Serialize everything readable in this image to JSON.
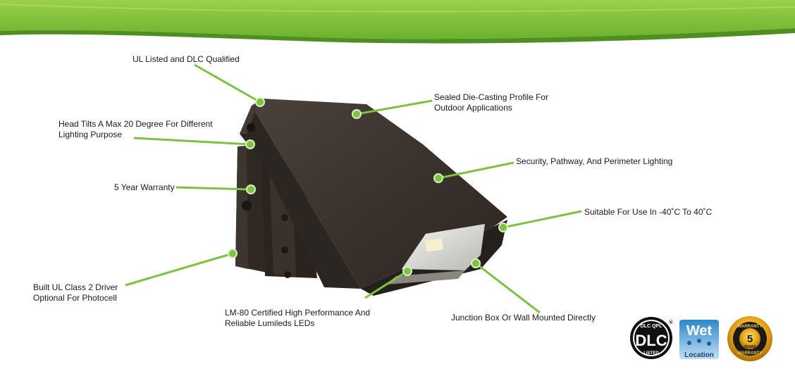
{
  "colors": {
    "banner_light": "#8cc63f",
    "banner_dark": "#5a9e2a",
    "callout": "#7dc242",
    "fixture": "#3a322d",
    "fixture_shade": "#2a2420",
    "text": "#1a1a1a",
    "gold": "#e0a818"
  },
  "callouts": [
    {
      "id": "ul-listed",
      "lines": [
        "UL Listed and DLC Qualified"
      ]
    },
    {
      "id": "sealed-die-casting",
      "lines": [
        "Sealed Die-Casting Profile For",
        "Outdoor Applications"
      ]
    },
    {
      "id": "head-tilts",
      "lines": [
        "Head Tilts A Max 20 Degree For Different",
        "Lighting Purpose"
      ]
    },
    {
      "id": "security-lighting",
      "lines": [
        "Security, Pathway, And Perimeter Lighting"
      ]
    },
    {
      "id": "warranty",
      "lines": [
        "5 Year Warranty"
      ]
    },
    {
      "id": "temperature",
      "lines": [
        "Suitable For Use In -40˚C To 40˚C"
      ]
    },
    {
      "id": "driver",
      "lines": [
        "Built UL Class 2 Driver",
        "Optional For Photocell"
      ]
    },
    {
      "id": "leds",
      "lines": [
        "LM-80 Certified High Performance And",
        "Reliable Lumileds LEDs"
      ]
    },
    {
      "id": "junction-box",
      "lines": [
        "Junction Box Or Wall Mounted Directly"
      ]
    }
  ],
  "badges": {
    "dlc": {
      "top": "DLC QPL",
      "main": "DLC",
      "bottom": "LISTED",
      "mark": "®"
    },
    "wet": {
      "main": "Wet",
      "sub": "Location"
    },
    "warranty": {
      "top": "WARRANTY",
      "number": "5",
      "years": "YEARS",
      "bottom": "WARRANTY"
    }
  }
}
